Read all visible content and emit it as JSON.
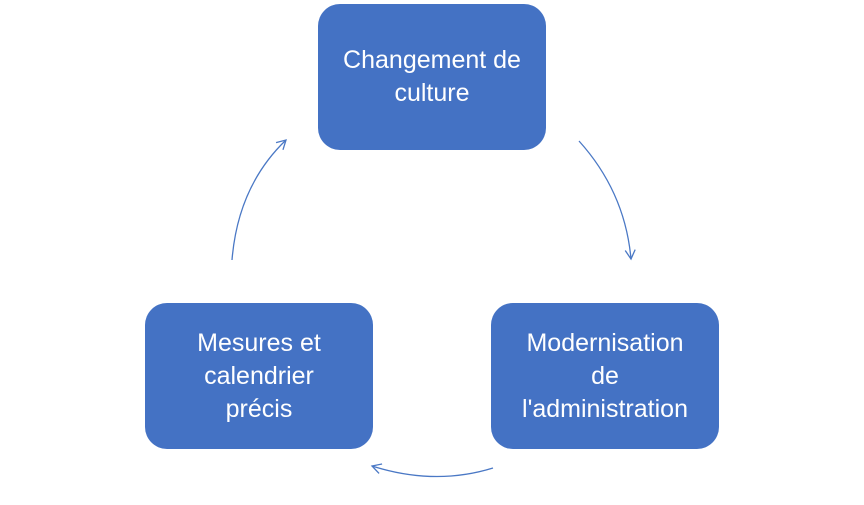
{
  "diagram": {
    "type": "cycle",
    "colors": {
      "node_fill": "#4472c4",
      "node_text": "#ffffff",
      "arrow": "#4a78c5",
      "background": "#ffffff"
    },
    "nodes": [
      {
        "id": "top",
        "label": "Changement de\nculture"
      },
      {
        "id": "right",
        "label": "Modernisation\nde\nl'administration"
      },
      {
        "id": "left",
        "label": "Mesures et\ncalendrier\nprécis"
      }
    ],
    "edges": [
      {
        "from": "top",
        "to": "right"
      },
      {
        "from": "right",
        "to": "left"
      },
      {
        "from": "left",
        "to": "top"
      }
    ]
  }
}
